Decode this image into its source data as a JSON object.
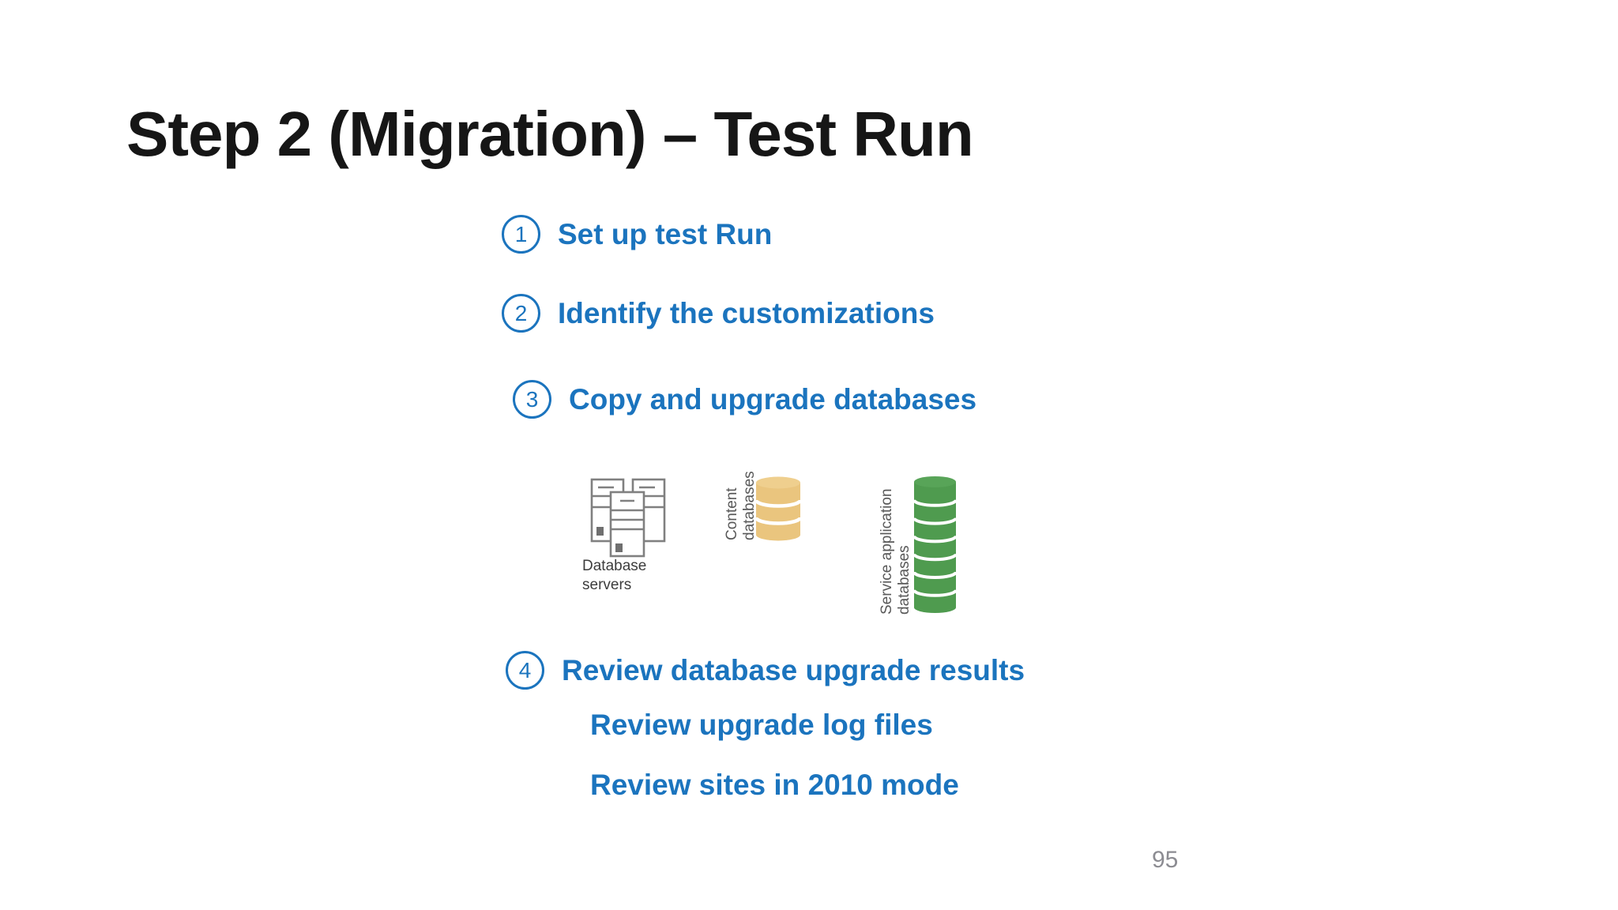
{
  "slide": {
    "title": "Step 2 (Migration) – Test Run",
    "page_number": "95",
    "colors": {
      "accent_blue": "#1B74BE",
      "content_databases_yellow": "#EAC57E",
      "service_databases_green": "#4F9B4F",
      "server_icon_gray": "#808080",
      "caption_gray": "#3d3d3d",
      "page_number_gray": "#8C8C92"
    },
    "steps": [
      {
        "number": "1",
        "label": "Set up test Run"
      },
      {
        "number": "2",
        "label": "Identify the customizations"
      },
      {
        "number": "3",
        "label": "Copy and upgrade databases"
      },
      {
        "number": "4",
        "label": "Review database upgrade results"
      }
    ],
    "sub_steps": [
      {
        "label": "Review upgrade log files"
      },
      {
        "label": "Review sites in 2010 mode"
      }
    ],
    "diagram": {
      "database_servers": {
        "lines": [
          "Database",
          "servers"
        ]
      },
      "content_databases": {
        "lines": [
          "Content",
          "databases"
        ],
        "segments": 3
      },
      "service_application_databases": {
        "lines": [
          "Service application",
          "databases"
        ],
        "segments": 7
      }
    }
  }
}
